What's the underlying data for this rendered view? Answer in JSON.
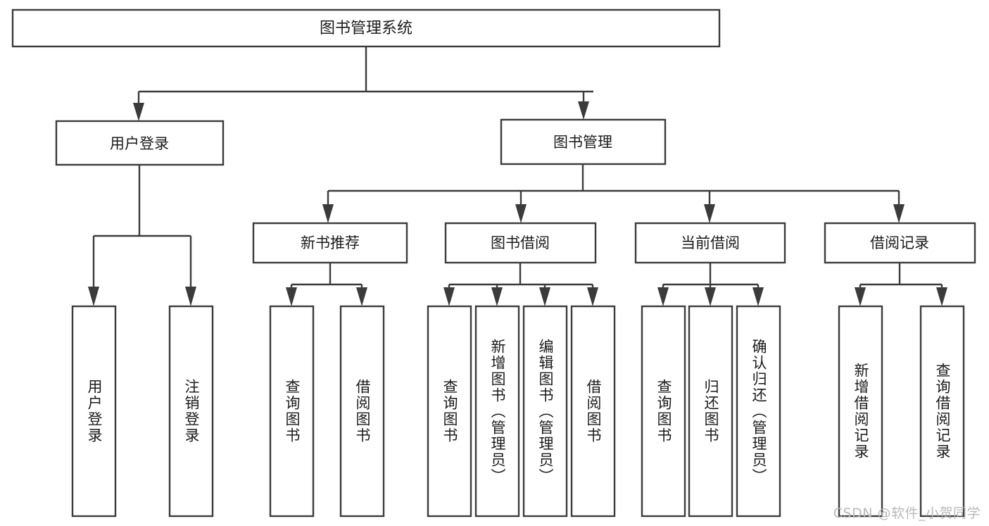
{
  "diagram": {
    "title": "图书管理系统",
    "type": "hierarchy-tree",
    "watermark": "CSDN @软件_小贺同学",
    "colors": {
      "stroke": "#3b3b3b",
      "box_fill": "#ffffff",
      "text": "#1b1b1b",
      "watermark": "#b9b9b9",
      "background": "#ffffff"
    },
    "root": {
      "label": "图书管理系统"
    },
    "level1": [
      {
        "label": "用户登录"
      },
      {
        "label": "图书管理"
      }
    ],
    "level2": [
      {
        "label": "新书推荐"
      },
      {
        "label": "图书借阅"
      },
      {
        "label": "当前借阅"
      },
      {
        "label": "借阅记录"
      }
    ],
    "leaves": {
      "user_login": [
        {
          "label": "用户登录"
        },
        {
          "label": "注销登录"
        }
      ],
      "new_book_recommend": [
        {
          "label": "查询图书"
        },
        {
          "label": "借阅图书"
        }
      ],
      "book_borrow": [
        {
          "label": "查询图书"
        },
        {
          "label": "新增图书（管理员）"
        },
        {
          "label": "编辑图书（管理员）"
        },
        {
          "label": "借阅图书"
        }
      ],
      "current_borrow": [
        {
          "label": "查询图书"
        },
        {
          "label": "归还图书"
        },
        {
          "label": "确认归还（管理员）"
        }
      ],
      "borrow_record": [
        {
          "label": "新增借阅记录"
        },
        {
          "label": "查询借阅记录"
        }
      ]
    }
  }
}
